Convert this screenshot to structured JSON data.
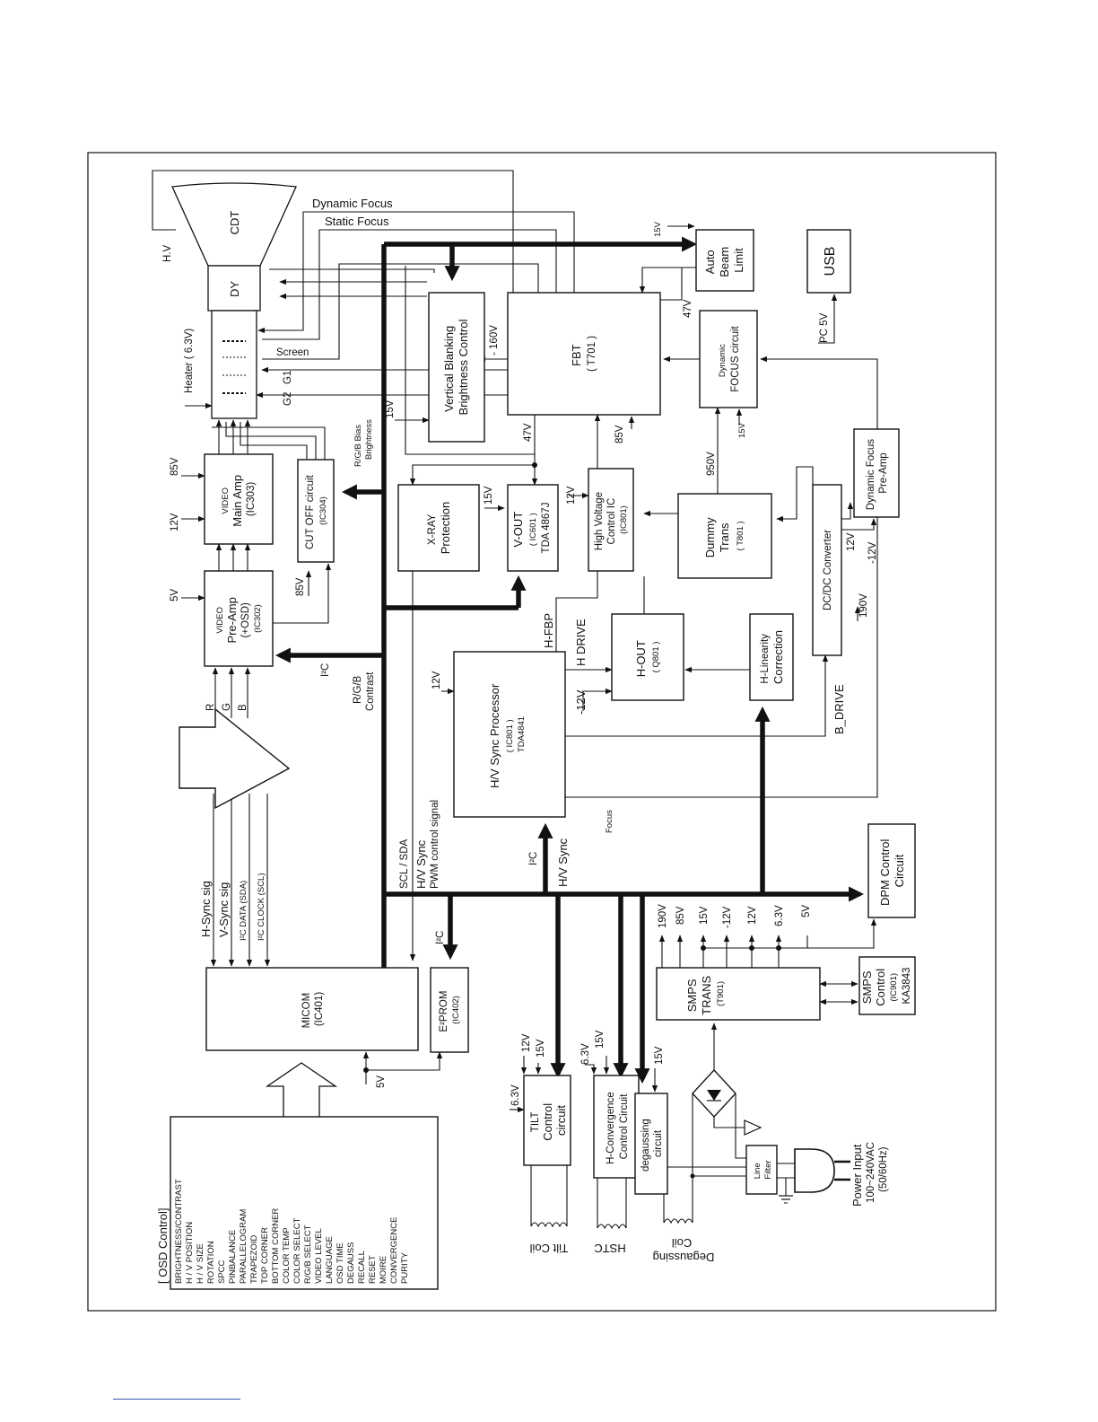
{
  "blocks": {
    "cdt": {
      "lines": [
        "CDT"
      ]
    },
    "dy": {
      "lines": [
        "DY"
      ]
    },
    "vertical_blanking": {
      "lines": [
        "Vertical Blanking",
        "Brightness Control"
      ]
    },
    "fbt": {
      "lines": [
        "FBT",
        "( T701 )"
      ]
    },
    "auto_beam": {
      "lines": [
        "Auto",
        "Beam",
        "Limit"
      ]
    },
    "usb": {
      "lines": [
        "USB"
      ]
    },
    "dynamic_focus_circuit": {
      "lines": [
        "Dynamic",
        "FOCUS circuit"
      ]
    },
    "video_main_amp": {
      "lines": [
        "VIDEO",
        "Main Amp",
        "(IC303)"
      ]
    },
    "cutoff": {
      "lines": [
        "CUT OFF circuit",
        "(IC304)"
      ]
    },
    "video_pre_amp": {
      "lines": [
        "VIDEO",
        "Pre-Amp",
        "(+OSD)",
        "(IC302)"
      ]
    },
    "xray": {
      "lines": [
        "X-RAY",
        "Protection"
      ]
    },
    "vout": {
      "lines": [
        "V-OUT",
        "( IC601 )",
        "TDA 4867J"
      ]
    },
    "hv_control": {
      "lines": [
        "High Voltage",
        "Control IC",
        "(IC801)"
      ]
    },
    "dummy_trans": {
      "lines": [
        "Dummy",
        "Trans",
        "( T801 )"
      ]
    },
    "dcdc": {
      "lines": [
        "DC/DC Converter"
      ]
    },
    "df_preamp": {
      "lines": [
        "Dynamic Focus",
        "Pre-Amp"
      ]
    },
    "hout": {
      "lines": [
        "H-OUT",
        "( Q801 )"
      ]
    },
    "h_linearity": {
      "lines": [
        "H-Linearity",
        "Correction"
      ]
    },
    "hv_sync_proc": {
      "lines": [
        "H/V Sync Processor",
        "( IC801 )",
        "TDA4841"
      ]
    },
    "dpm": {
      "lines": [
        "DPM Control",
        "Circuit"
      ]
    },
    "micom": {
      "lines": [
        "MICOM",
        "(IC401)"
      ]
    },
    "eeprom": {
      "lines": [
        "E²PROM",
        "(IC402)"
      ]
    },
    "smps_trans": {
      "lines": [
        "SMPS",
        "TRANS",
        "(T901)"
      ]
    },
    "smps_control": {
      "lines": [
        "SMPS",
        "Control",
        "(IC901)",
        "KA3843"
      ]
    },
    "tilt": {
      "lines": [
        "TILT",
        "Control",
        "circuit"
      ]
    },
    "hconv": {
      "lines": [
        "H-Convergence",
        "Control Circuit"
      ]
    },
    "degauss": {
      "lines": [
        "degaussing",
        "circuit"
      ]
    },
    "line_filter": {
      "lines": [
        "Line",
        "Filter"
      ]
    },
    "osd": {
      "title": "[ OSD Control]",
      "items": [
        "BRIGHTNESS/CONTRAST",
        "H / V POSITION",
        "H / V SIZE",
        "ROTATION",
        "SPCC",
        "PINBALANCE",
        "PARALLELOGRAM",
        "TRAPEZOID",
        "TOP CORNER",
        "BOTTOM CORNER",
        "COLOR TEMP",
        "COLOR SELECT",
        "R/G/B SELECT",
        "VIDEO LEVEL",
        "LANGUAGE",
        "OSD TIME",
        "DEGAUSS",
        "RECALL",
        "RESET",
        "MOIRE",
        "CONVERGENCE",
        "PURITY"
      ]
    }
  },
  "labels": {
    "dynamic_focus": "Dynamic Focus",
    "static_focus": "Static Focus",
    "hv": "H.V",
    "heater": "Heater ( 6.3V)",
    "screen": "Screen",
    "g1": "G1",
    "g2": "G2",
    "v15_abl": "15V",
    "v47_abl": "47V",
    "minus160": "- 160V",
    "v15_vb": "15V",
    "rgb_bias": "R/G/B Bias",
    "brightness": "Brightness",
    "v47_fbt": "47V",
    "v85_fbt": "85V",
    "v950": "950V",
    "v15_df": "15V",
    "pc5v": "PC 5V",
    "v85_main": "85V",
    "v12_main": "12V",
    "v5_pre": "5V",
    "v85_cut": "85V",
    "v15_vout": "15V",
    "v12_hv": "12V",
    "v12_dc": "12V",
    "vm12_dc": "-12V",
    "v190_dc": "190V",
    "h_fbp": "H-FBP",
    "h_drive": "H DRIVE",
    "vm12_sync": "-12V",
    "v12_sync": "12V",
    "b_drive": "B_DRIVE",
    "focus": "Focus",
    "i2c_pre": "I²C",
    "rgb_contrast": "R/G/B",
    "contrast": "Contrast",
    "r": "R",
    "g": "G",
    "b": "B",
    "hsync_sig": "H-Sync sig",
    "vsync_sig": "V-Sync sig",
    "i2c_data": "I²C DATA (SDA)",
    "i2c_clock": "I²C CLOCK (SCL)",
    "scl_sda": "SCL / SDA",
    "hv_sync_a": "H/V Sync",
    "pwm": "PWM control signal",
    "i2c_ee": "I²C",
    "i2c_bus": "I²C",
    "hv_sync_b": "H/V Sync",
    "r190": "190V",
    "r85": "85V",
    "r15": "15V",
    "rm12": "-12V",
    "r12": "12V",
    "r63": "6.3V",
    "r5": "5V",
    "v5_micom": "5V",
    "t12": "12V",
    "t15": "15V",
    "t63": "6.3V",
    "h63": "6.3V",
    "h15": "15V",
    "d15": "15V",
    "tilt_coil": "Tilt Coil",
    "hstc": "HSTC",
    "degaussing": "Degaussing",
    "coil": "Coil",
    "power_input": "Power Input",
    "power_range": "100~240VAC",
    "power_freq": "(50/60Hz)"
  }
}
